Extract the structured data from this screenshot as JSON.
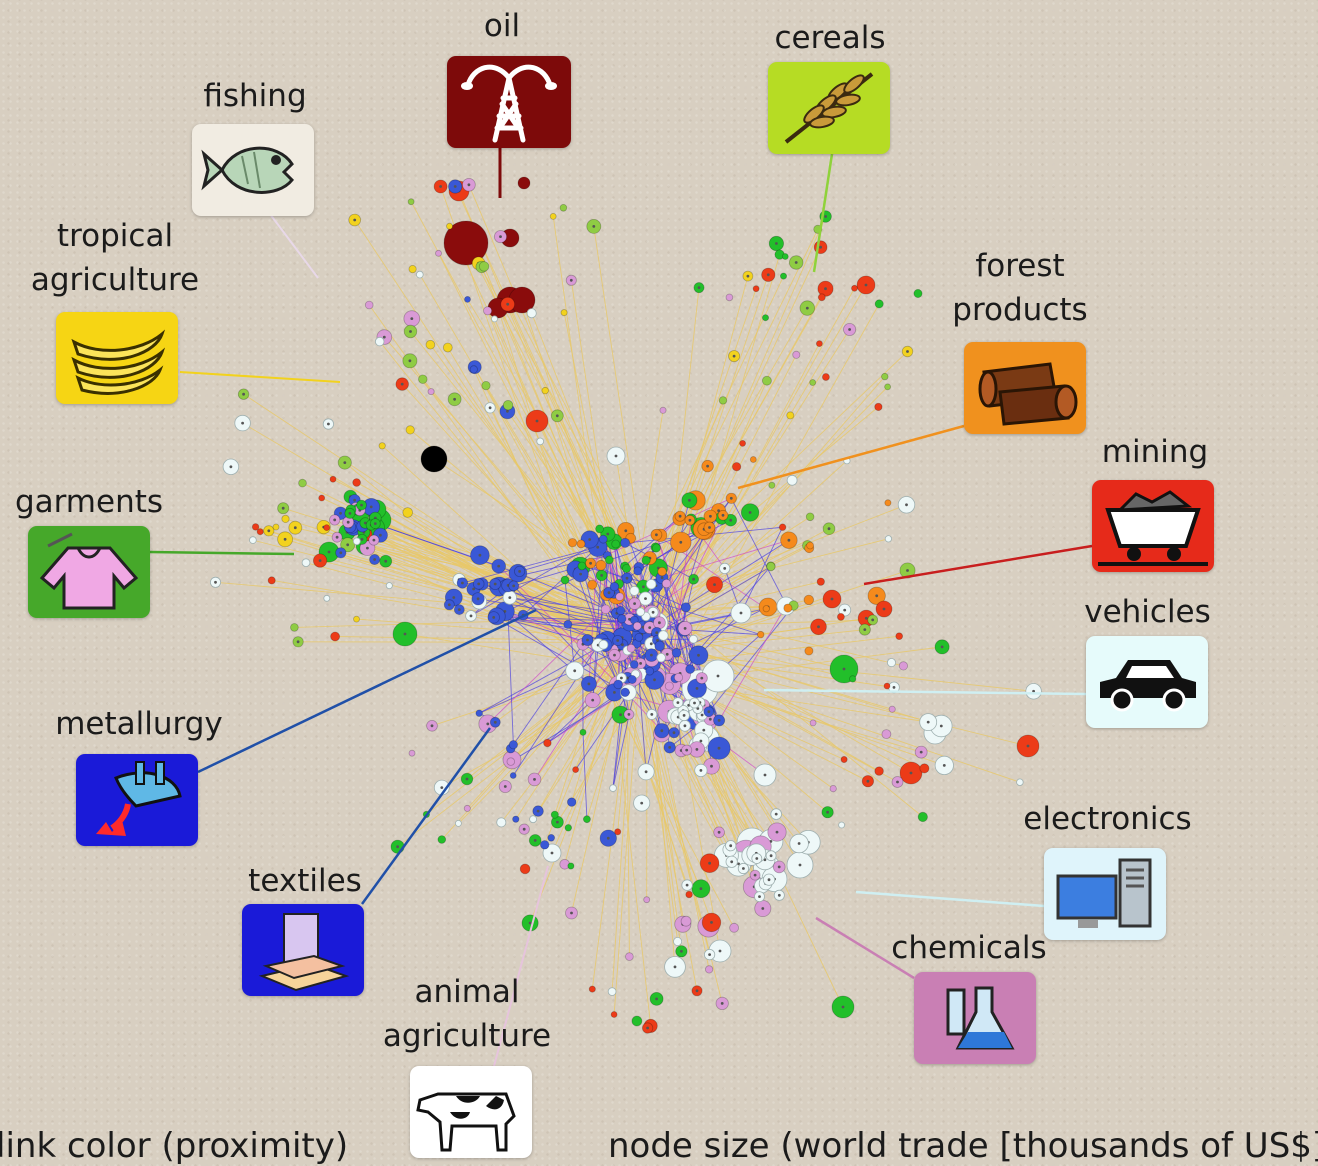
{
  "categories": [
    {
      "id": "oil",
      "label": "oil",
      "icon": "oil-derrick-icon",
      "color": "#7d0a0a"
    },
    {
      "id": "cereals",
      "label": "cereals",
      "icon": "wheat-icon",
      "color": "#b6dc24"
    },
    {
      "id": "fishing",
      "label": "fishing",
      "icon": "fish-icon",
      "color": "#f1ece2"
    },
    {
      "id": "tropical",
      "label": "tropical\nagriculture",
      "icon": "banana-icon",
      "color": "#f6d514"
    },
    {
      "id": "forest",
      "label": "forest\nproducts",
      "icon": "logs-icon",
      "color": "#f0911e"
    },
    {
      "id": "mining",
      "label": "mining",
      "icon": "mine-cart-icon",
      "color": "#e62a1a"
    },
    {
      "id": "garments",
      "label": "garments",
      "icon": "sweater-icon",
      "color": "#46a82a"
    },
    {
      "id": "vehicles",
      "label": "vehicles",
      "icon": "car-icon",
      "color": "#e6fbfb"
    },
    {
      "id": "metallurgy",
      "label": "metallurgy",
      "icon": "crucible-icon",
      "color": "#1a1ad8"
    },
    {
      "id": "electronics",
      "label": "electronics",
      "icon": "computer-icon",
      "color": "#dff4fb"
    },
    {
      "id": "textiles",
      "label": "textiles",
      "icon": "fabric-roll-icon",
      "color": "#1a1ad8"
    },
    {
      "id": "chemicals",
      "label": "chemicals",
      "icon": "flask-icon",
      "color": "#c97fb4"
    },
    {
      "id": "animal",
      "label": "animal\nagriculture",
      "icon": "cow-icon",
      "color": "#ffffff"
    }
  ],
  "node_colors": {
    "blue": "#3a58d6",
    "green": "#22bf2a",
    "orange": "#f58a1c",
    "red": "#ec3b18",
    "white": "#eef8f8",
    "pink": "#d99ad6",
    "yellow": "#f2d21e",
    "lightgreen": "#8fcc44",
    "darkred": "#8a0c0c",
    "black": "#000000"
  },
  "footer": {
    "left": "link color (proximity)",
    "right": "node size (world trade [thousands of US$])"
  }
}
